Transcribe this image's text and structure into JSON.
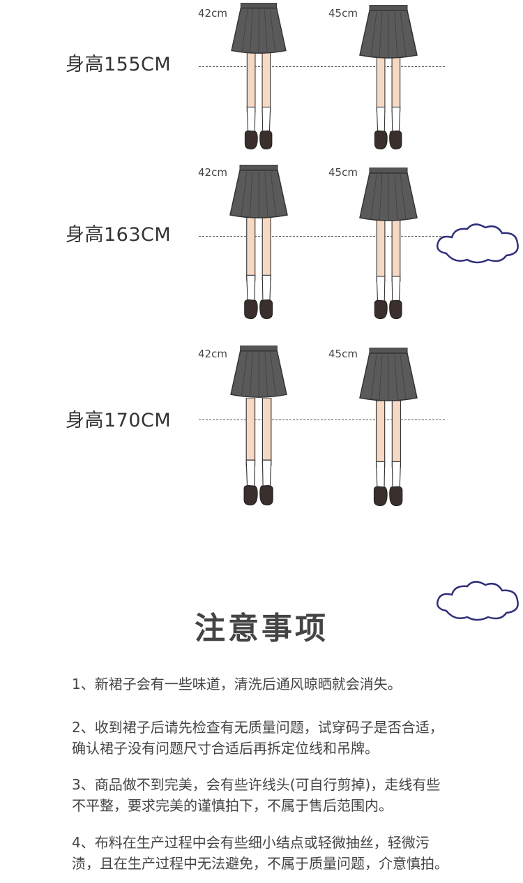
{
  "size_rows": [
    {
      "height": "身高155CM",
      "short_len": "42cm",
      "long_len": "45cm"
    },
    {
      "height": "身高163CM",
      "short_len": "42cm",
      "long_len": "45cm"
    },
    {
      "height": "身高170CM",
      "short_len": "42cm",
      "long_len": "45cm"
    }
  ],
  "notice": {
    "title": "注意事项",
    "items": [
      "1、新裙子会有一些味道，清洗后通风晾晒就会消失。",
      "2、收到裙子后请先检查有无质量问题，试穿码子是否合适，确认裙子没有问题尺寸合适后再拆定位线和吊牌。",
      "3、商品做不到完美，会有些许线头(可自行剪掉)，走线有些不平整，要求完美的谨慎拍下，不属于售后范围内。",
      "4、布料在生产过程中会有些细小结点或轻微抽丝，轻微污渍，且在生产过程中无法避免，不属于质量问题，介意慎拍。"
    ]
  },
  "colors": {
    "skirt": "#5a5a5a",
    "skin": "#f6d9c4",
    "sock": "#ffffff",
    "shoe": "#3a2f2c",
    "cloud_stroke": "#2f2f7a"
  },
  "icons": [
    "cloud-icon",
    "cloud-icon"
  ]
}
